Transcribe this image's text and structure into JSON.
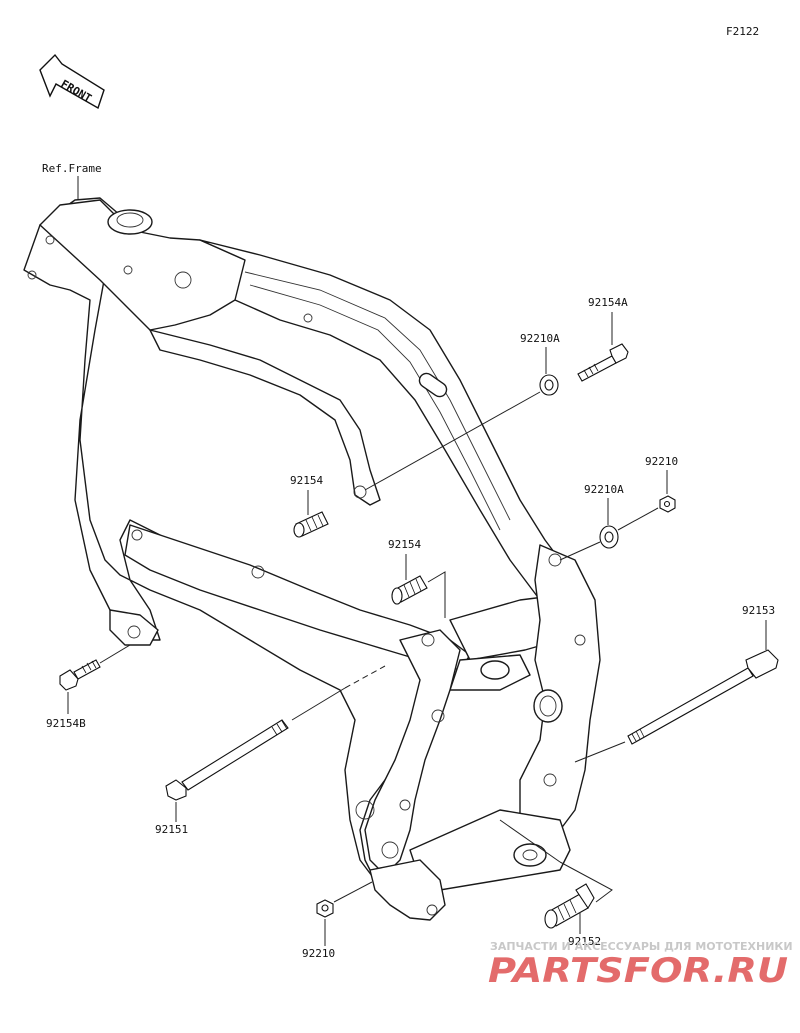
{
  "figure_code": "F2122",
  "front_indicator": "FRONT",
  "reference": "Ref.Frame",
  "part_labels": {
    "p92154A": "92154A",
    "p92210A_top": "92210A",
    "p92154_upper": "92154",
    "p92210": "92210",
    "p92210A_mid": "92210A",
    "p92154_mid": "92154",
    "p92153": "92153",
    "p92154B": "92154B",
    "p92151": "92151",
    "p92210_bottom": "92210",
    "p92152": "92152"
  },
  "watermark": {
    "caption": "ЗАПЧАСТИ И АКСЕССУАРЫ ДЛЯ МОТОТЕХНИКИ",
    "logo": "PARTSFOR.RU"
  }
}
